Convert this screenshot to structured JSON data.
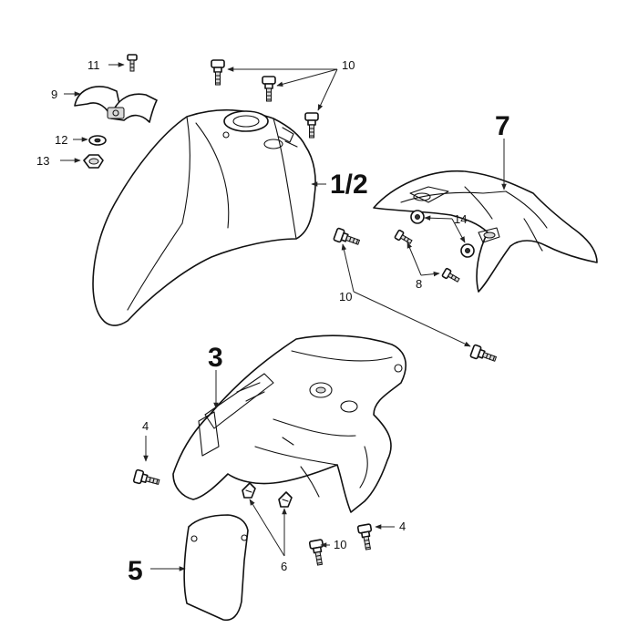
{
  "labels": {
    "part_11": "11",
    "part_9": "9",
    "part_12": "12",
    "part_13": "13",
    "part_10_top": "10",
    "part_1_2": "1/2",
    "part_7": "7",
    "part_14": "14",
    "part_8": "8",
    "part_10_mid": "10",
    "part_3": "3",
    "part_4_left": "4",
    "part_4_right": "4",
    "part_10_bottom": "10",
    "part_5": "5",
    "part_6": "6"
  },
  "colors": {
    "line": "#111111",
    "fill": "#ffffff",
    "shade": "#d9d9d9"
  },
  "icons": {
    "bolt": "bolt-icon",
    "nut": "nut-icon",
    "washer": "washer-icon",
    "clip": "clip-icon"
  }
}
